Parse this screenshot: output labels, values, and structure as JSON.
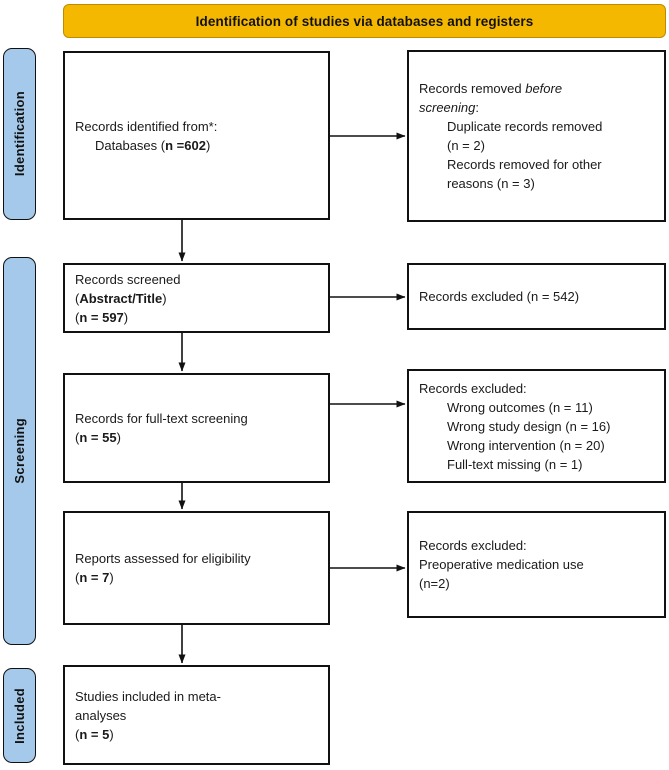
{
  "banner": {
    "title": "Identification of studies via databases and registers"
  },
  "stages": [
    {
      "key": "identification",
      "label": "Identification"
    },
    {
      "key": "screening",
      "label": "Screening"
    },
    {
      "key": "included",
      "label": "Included"
    }
  ],
  "boxes": {
    "identified": {
      "line1": "Records identified from*:",
      "line2_prefix": "Databases (",
      "line2_bold": "n =602",
      "line2_suffix": ")"
    },
    "removed": {
      "line1_prefix": "Records removed ",
      "line1_italic": "before",
      "line2_italic": "screening",
      "line2_suffix": ":",
      "line3": "Duplicate records removed",
      "line4": "(n = 2)",
      "line5": "Records removed for other",
      "line6": "reasons (n = 3)"
    },
    "screened": {
      "line1": "Records screened",
      "line2_prefix": "(",
      "line2_bold": "Abstract/Title",
      "line2_suffix": ")",
      "line3_prefix": "(",
      "line3_bold": "n = 597",
      "line3_suffix": ")"
    },
    "excluded_1": {
      "line1": "Records excluded (n = 542)"
    },
    "fulltext": {
      "line1": "Records for full-text screening",
      "line2_prefix": "(",
      "line2_bold": "n = 55",
      "line2_suffix": ")"
    },
    "excluded_2": {
      "line1": "Records excluded:",
      "line2": "Wrong outcomes (n = 11)",
      "line3": "Wrong study design (n = 16)",
      "line4": "Wrong intervention (n = 20)",
      "line5": "Full-text missing (n = 1)"
    },
    "eligibility": {
      "line1": "Reports assessed for eligibility",
      "line2_prefix": "(",
      "line2_bold": "n = 7",
      "line2_suffix": ")"
    },
    "excluded_3": {
      "line1": "Records excluded:",
      "line2": "Preoperative medication use",
      "line3": "(n=2)"
    },
    "included": {
      "line1": "Studies included in meta-",
      "line2": "analyses",
      "line3_prefix": "(",
      "line3_bold": "n = 5",
      "line3_suffix": ")"
    }
  },
  "colors": {
    "banner_fill": "#F5B800",
    "stage_fill": "#A5C9EA",
    "box_border": "#111111",
    "text": "#1a1a1a"
  }
}
